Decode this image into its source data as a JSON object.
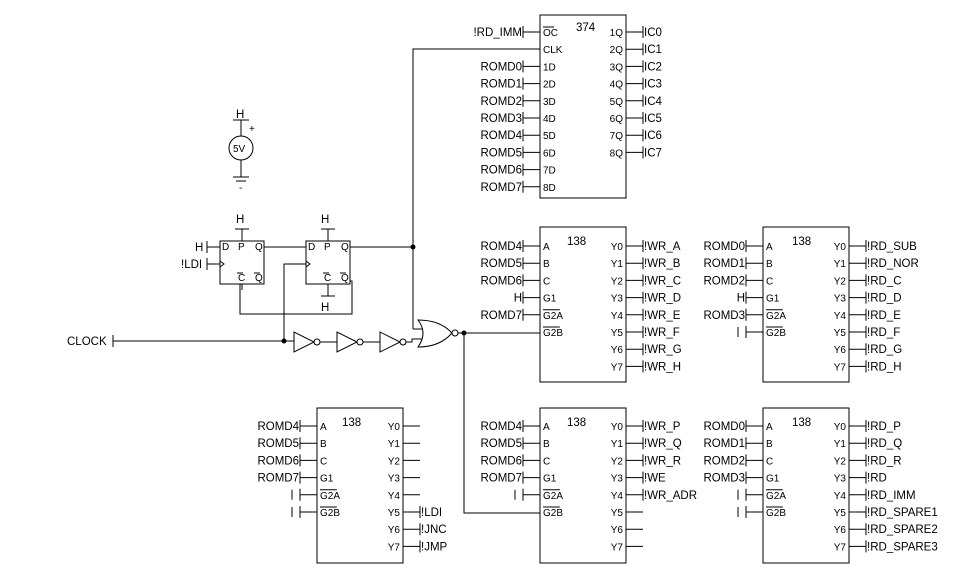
{
  "chips": {
    "u374": {
      "name": "374",
      "left_pins": [
        "OC",
        "CLK",
        "1D",
        "2D",
        "3D",
        "4D",
        "5D",
        "6D",
        "7D",
        "8D"
      ],
      "right_pins": [
        "1Q",
        "2Q",
        "3Q",
        "4Q",
        "5Q",
        "6Q",
        "7Q",
        "8Q"
      ],
      "left_nets": [
        "!RD_IMM",
        "",
        "ROMD0",
        "ROMD1",
        "ROMD2",
        "ROMD3",
        "ROMD4",
        "ROMD5",
        "ROMD6",
        "ROMD7"
      ],
      "right_nets": [
        "IC0",
        "IC1",
        "IC2",
        "IC3",
        "IC4",
        "IC5",
        "IC6",
        "IC7"
      ]
    },
    "u138_wr": {
      "name": "138",
      "left_pins": [
        "A",
        "B",
        "C",
        "G1",
        "G2A",
        "G2B"
      ],
      "right_pins": [
        "Y0",
        "Y1",
        "Y2",
        "Y3",
        "Y4",
        "Y5",
        "Y6",
        "Y7"
      ],
      "left_nets": [
        "ROMD4",
        "ROMD5",
        "ROMD6",
        "H",
        "ROMD7",
        ""
      ],
      "right_nets": [
        "!WR_A",
        "!WR_B",
        "!WR_C",
        "!WR_D",
        "!WR_E",
        "!WR_F",
        "!WR_G",
        "!WR_H"
      ]
    },
    "u138_rd": {
      "name": "138",
      "left_pins": [
        "A",
        "B",
        "C",
        "G1",
        "G2A",
        "G2B"
      ],
      "right_pins": [
        "Y0",
        "Y1",
        "Y2",
        "Y3",
        "Y4",
        "Y5",
        "Y6",
        "Y7"
      ],
      "left_nets": [
        "ROMD0",
        "ROMD1",
        "ROMD2",
        "H",
        "ROMD3",
        ""
      ],
      "right_nets": [
        "!RD_SUB",
        "!RD_NOR",
        "!RD_C",
        "!RD_D",
        "!RD_E",
        "!RD_F",
        "!RD_G",
        "!RD_H"
      ]
    },
    "u138_jmp": {
      "name": "138",
      "left_pins": [
        "A",
        "B",
        "C",
        "G1",
        "G2A",
        "G2B"
      ],
      "right_pins": [
        "Y0",
        "Y1",
        "Y2",
        "Y3",
        "Y4",
        "Y5",
        "Y6",
        "Y7"
      ],
      "left_nets": [
        "ROMD4",
        "ROMD5",
        "ROMD6",
        "ROMD7",
        "",
        ""
      ],
      "right_nets": [
        "",
        "",
        "",
        "",
        "",
        "!LDI",
        "!JNC",
        "!JMP"
      ]
    },
    "u138_wr2": {
      "name": "138",
      "left_pins": [
        "A",
        "B",
        "C",
        "G1",
        "G2A",
        "G2B"
      ],
      "right_pins": [
        "Y0",
        "Y1",
        "Y2",
        "Y3",
        "Y4",
        "Y5",
        "Y6",
        "Y7"
      ],
      "left_nets": [
        "ROMD4",
        "ROMD5",
        "ROMD6",
        "ROMD7",
        "",
        ""
      ],
      "right_nets": [
        "!WR_P",
        "!WR_Q",
        "!WR_R",
        "!WE",
        "!WR_ADR",
        "",
        "",
        ""
      ]
    },
    "u138_rd2": {
      "name": "138",
      "left_pins": [
        "A",
        "B",
        "C",
        "G1",
        "G2A",
        "G2B"
      ],
      "right_pins": [
        "Y0",
        "Y1",
        "Y2",
        "Y3",
        "Y4",
        "Y5",
        "Y6",
        "Y7"
      ],
      "left_nets": [
        "ROMD0",
        "ROMD1",
        "ROMD2",
        "ROMD3",
        "",
        ""
      ],
      "right_nets": [
        "!RD_P",
        "!RD_Q",
        "!RD_R",
        "!RD",
        "!RD_IMM",
        "!RD_SPARE1",
        "!RD_SPARE2",
        "!RD_SPARE3"
      ]
    }
  },
  "flipflop": {
    "pins": {
      "d": "D",
      "p": "P",
      "q": "Q",
      "c": "C",
      "qbar": "Q"
    },
    "h_label": "H",
    "input_h": "H",
    "input_clk": "!LDI"
  },
  "power": {
    "net": "H",
    "voltage": "5V",
    "plus": "+",
    "minus": "-"
  },
  "clock": {
    "label": "CLOCK"
  }
}
